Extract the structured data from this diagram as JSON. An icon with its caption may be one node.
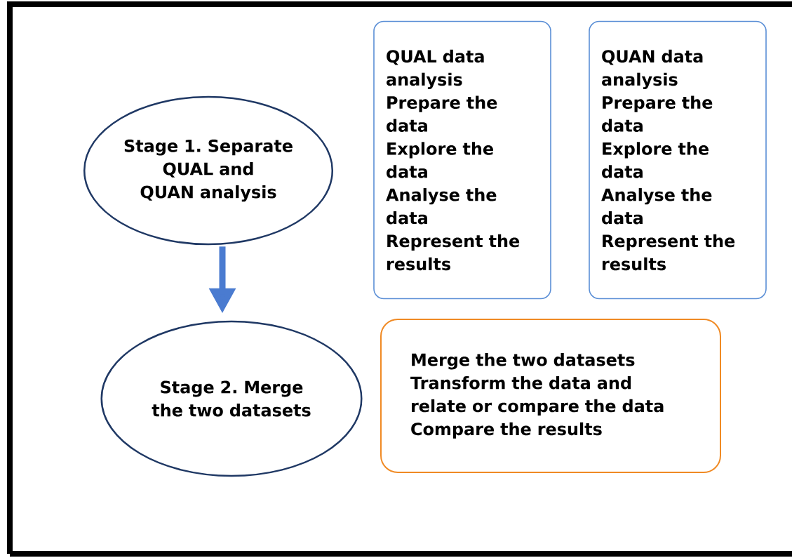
{
  "diagram": {
    "nodes": [
      {
        "text": [
          "Stage 1. Separate QUAL and QUAN analysis"
        ]
      },
      {
        "text": [
          "Stage 2. Merge the two datasets"
        ]
      },
      {
        "text": [
          "QUAL data analysis",
          "Prepare the data",
          "Explore the data",
          "Analyse the data",
          "Represent the results"
        ]
      },
      {
        "text": [
          "QUAN data analysis",
          "Prepare the data",
          "Explore the data",
          "Analyse the data",
          "Represent the results"
        ]
      },
      {
        "text": [
          "Merge the two datasets",
          "Transform the data and relate or compare the data",
          "Compare the results"
        ]
      }
    ],
    "edges": [
      {
        "from": 0,
        "to": 1,
        "arrow": "to",
        "color": "#4a7bd0"
      }
    ]
  }
}
